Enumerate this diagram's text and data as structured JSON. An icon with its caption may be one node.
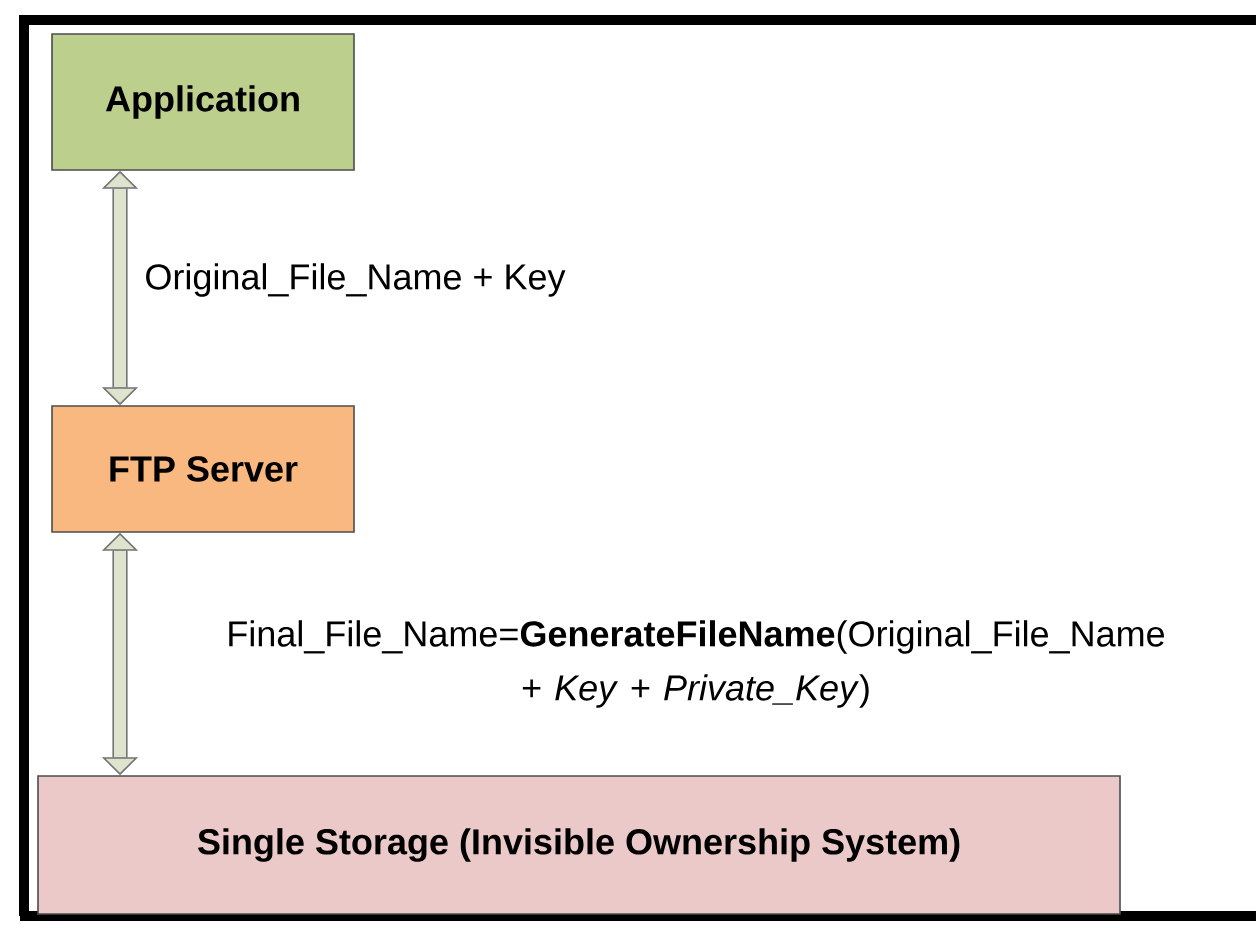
{
  "diagram": {
    "nodes": [
      {
        "text": [
          "Application"
        ]
      },
      {
        "text": [
          "FTP Server"
        ]
      },
      {
        "text": [
          "Single Storage (Invisible Ownership System)"
        ]
      }
    ],
    "edges": [
      {
        "from": 0,
        "to": 1,
        "arrow": "both",
        "label": "Original_File_Name + Key"
      },
      {
        "from": 1,
        "to": 2,
        "arrow": "both",
        "label": "Final_File_Name=**GenerateFileName**(Original_File_Name + *Key* + *Private_Key*)"
      }
    ]
  }
}
